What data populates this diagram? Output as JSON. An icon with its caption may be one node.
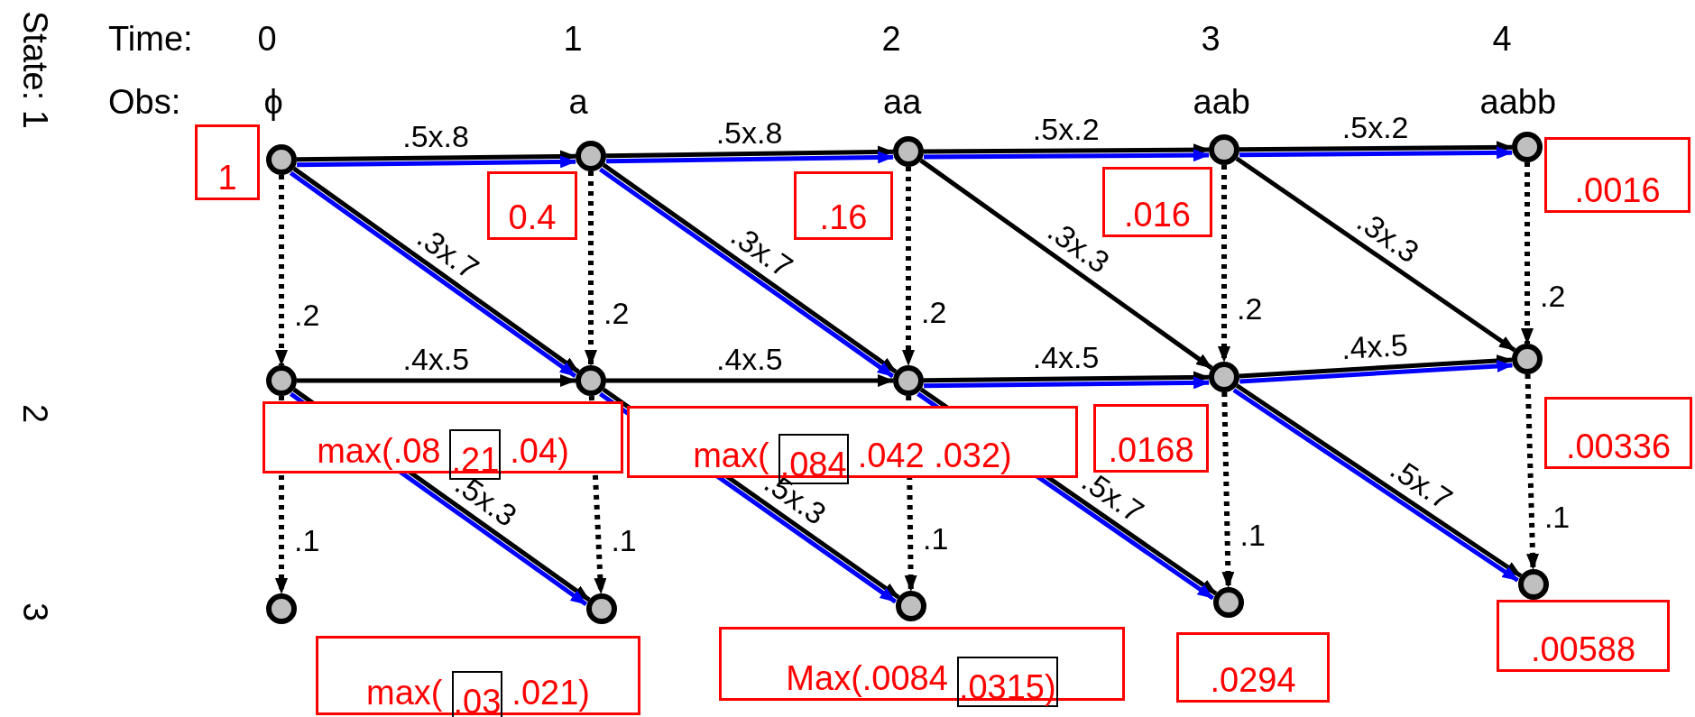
{
  "diagram": {
    "nodes": [
      {
        "text": [],
        "shape": "circle"
      },
      {
        "text": [],
        "shape": "circle"
      },
      {
        "text": [],
        "shape": "circle"
      },
      {
        "text": [],
        "shape": "circle"
      },
      {
        "text": [],
        "shape": "circle"
      },
      {
        "text": [],
        "shape": "circle"
      },
      {
        "text": [],
        "shape": "circle"
      },
      {
        "text": [],
        "shape": "circle"
      },
      {
        "text": [],
        "shape": "circle"
      },
      {
        "text": [],
        "shape": "circle"
      },
      {
        "text": [],
        "shape": "circle"
      },
      {
        "text": [],
        "shape": "circle"
      },
      {
        "text": [],
        "shape": "circle"
      },
      {
        "text": [],
        "shape": "circle"
      },
      {
        "text": [],
        "shape": "circle"
      },
      {
        "text": [
          "1"
        ]
      },
      {
        "text": [
          "0.4"
        ]
      },
      {
        "text": [
          ".16"
        ]
      },
      {
        "text": [
          ".016"
        ]
      },
      {
        "text": [
          ".0016"
        ]
      },
      {
        "text": [
          "max(.08",
          ".04)"
        ]
      },
      {
        "text": [
          ".21"
        ],
        "in": 20
      },
      {
        "text": [
          "max(",
          ".042 .032)"
        ]
      },
      {
        "text": [
          ".084"
        ],
        "in": 22
      },
      {
        "text": [
          ".0168"
        ]
      },
      {
        "text": [
          ".00336"
        ]
      },
      {
        "text": [
          "max(",
          ".021)"
        ]
      },
      {
        "text": [
          ".03"
        ],
        "in": 26
      },
      {
        "text": [
          "Max(.0084"
        ]
      },
      {
        "text": [
          ".0315)"
        ],
        "in": 28
      },
      {
        "text": [
          ".0294"
        ]
      },
      {
        "text": [
          ".00588"
        ]
      }
    ],
    "edges": [
      {
        "from": 0,
        "to": 1,
        "arrow": "to",
        "label": ".5x.8"
      },
      {
        "from": 1,
        "to": 2,
        "arrow": "to",
        "label": ".5x.8"
      },
      {
        "from": 2,
        "to": 3,
        "arrow": "to",
        "label": ".5x.2"
      },
      {
        "from": 3,
        "to": 4,
        "arrow": "to",
        "label": ".5x.2"
      },
      {
        "from": 0,
        "to": 6,
        "arrow": "to",
        "label": ".3x.7"
      },
      {
        "from": 1,
        "to": 7,
        "arrow": "to",
        "label": ".3x.7"
      },
      {
        "from": 2,
        "to": 8,
        "arrow": "to",
        "label": ".3x.3"
      },
      {
        "from": 3,
        "to": 9,
        "arrow": "to",
        "label": ".3x.3"
      },
      {
        "from": 5,
        "to": 6,
        "arrow": "to",
        "label": ".4x.5"
      },
      {
        "from": 6,
        "to": 7,
        "arrow": "to",
        "label": ".4x.5"
      },
      {
        "from": 7,
        "to": 8,
        "arrow": "to",
        "label": ".4x.5"
      },
      {
        "from": 8,
        "to": 9,
        "arrow": "to",
        "label": ".4x.5"
      },
      {
        "from": 5,
        "to": 11,
        "arrow": "to",
        "label": ".5x.3"
      },
      {
        "from": 6,
        "to": 12,
        "arrow": "to",
        "label": ".5x.3"
      },
      {
        "from": 7,
        "to": 13,
        "arrow": "to",
        "label": ".5x.7"
      },
      {
        "from": 8,
        "to": 14,
        "arrow": "to",
        "label": ".5x.7"
      },
      {
        "from": 0,
        "to": 5,
        "arrow": "to",
        "label": ".2",
        "style": "dashed"
      },
      {
        "from": 1,
        "to": 6,
        "arrow": "to",
        "label": ".2",
        "style": "dashed"
      },
      {
        "from": 2,
        "to": 7,
        "arrow": "to",
        "label": ".2",
        "style": "dashed"
      },
      {
        "from": 3,
        "to": 8,
        "arrow": "to",
        "label": ".2",
        "style": "dashed"
      },
      {
        "from": 4,
        "to": 9,
        "arrow": "to",
        "label": ".2",
        "style": "dashed"
      },
      {
        "from": 5,
        "to": 10,
        "arrow": "to",
        "label": ".1",
        "style": "dashed"
      },
      {
        "from": 6,
        "to": 11,
        "arrow": "to",
        "label": ".1",
        "style": "dashed"
      },
      {
        "from": 7,
        "to": 12,
        "arrow": "to",
        "label": ".1",
        "style": "dashed"
      },
      {
        "from": 8,
        "to": 13,
        "arrow": "to",
        "label": ".1",
        "style": "dashed"
      },
      {
        "from": 9,
        "to": 14,
        "arrow": "to",
        "label": ".1",
        "style": "dashed"
      },
      {
        "from": 0,
        "to": 1,
        "arrow": "to",
        "color": "#0000ff"
      },
      {
        "from": 1,
        "to": 2,
        "arrow": "to",
        "color": "#0000ff"
      },
      {
        "from": 2,
        "to": 3,
        "arrow": "to",
        "color": "#0000ff"
      },
      {
        "from": 3,
        "to": 4,
        "arrow": "to",
        "color": "#0000ff"
      },
      {
        "from": 0,
        "to": 6,
        "arrow": "to",
        "color": "#0000ff"
      },
      {
        "from": 1,
        "to": 7,
        "arrow": "to",
        "color": "#0000ff"
      },
      {
        "from": 7,
        "to": 8,
        "arrow": "to",
        "color": "#0000ff"
      },
      {
        "from": 8,
        "to": 9,
        "arrow": "to",
        "color": "#0000ff"
      },
      {
        "from": 5,
        "to": 11,
        "arrow": "to",
        "color": "#0000ff"
      },
      {
        "from": 6,
        "to": 12,
        "arrow": "to",
        "color": "#0000ff"
      },
      {
        "from": 7,
        "to": 13,
        "arrow": "to",
        "color": "#0000ff"
      },
      {
        "from": 8,
        "to": 14,
        "arrow": "to",
        "color": "#0000ff"
      }
    ],
    "labels": [
      "State: 1",
      "Time:",
      "0",
      "1",
      "2",
      "3",
      "4",
      "Obs:",
      "ϕ",
      "a",
      "aa",
      "aab",
      "aabb",
      "2",
      "3"
    ]
  }
}
